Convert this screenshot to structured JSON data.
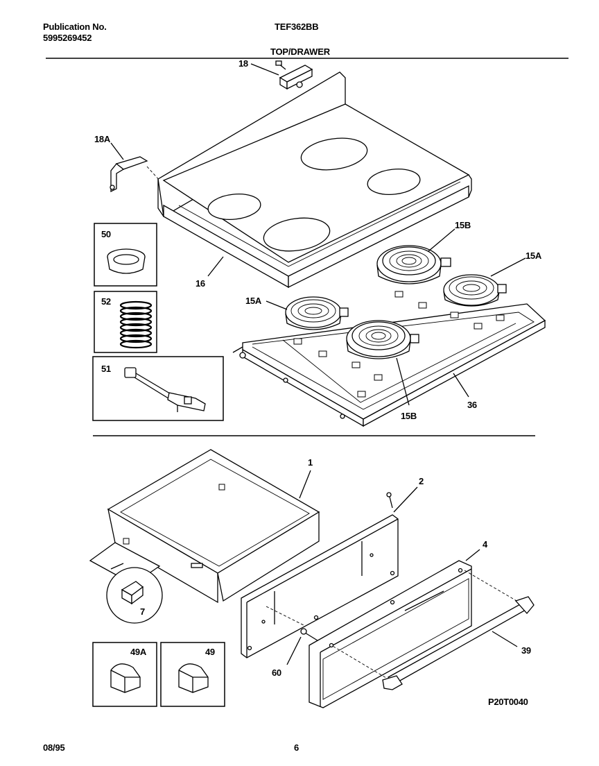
{
  "header": {
    "publication_label": "Publication No.",
    "publication_number": "5995269452",
    "model": "TEF362BB",
    "section_title": "TOP/DRAWER"
  },
  "callouts": {
    "p18": "18",
    "p18a": "18A",
    "p16": "16",
    "p50": "50",
    "p52": "52",
    "p51": "51",
    "p15b_top": "15B",
    "p15a_right": "15A",
    "p15a_left": "15A",
    "p15b_bottom": "15B",
    "p36": "36",
    "p1": "1",
    "p2": "2",
    "p4": "4",
    "p7": "7",
    "p49a": "49A",
    "p49": "49",
    "p60": "60",
    "p39": "39"
  },
  "drawing_code": "P20T0040",
  "footer": {
    "date": "08/95",
    "page": "6"
  }
}
